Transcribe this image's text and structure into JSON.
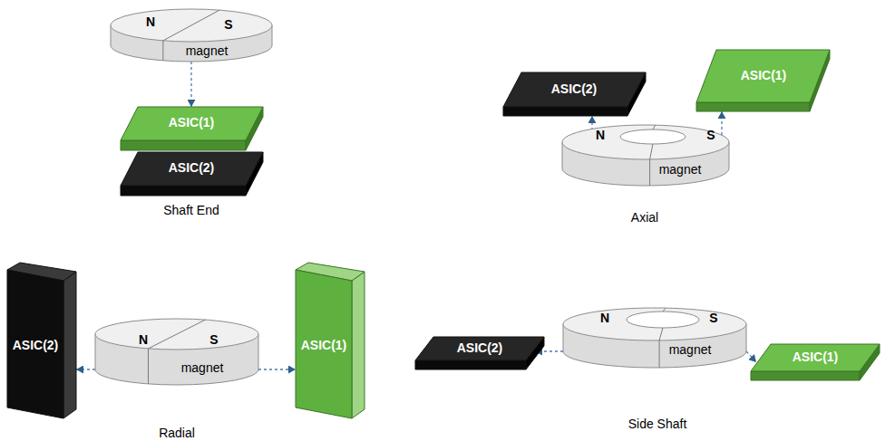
{
  "diagram": {
    "nodes": [
      {
        "text": [
          "N",
          "S",
          "magnet"
        ]
      },
      {
        "text": [
          "ASIC(1)"
        ]
      },
      {
        "text": [
          "ASIC(2)"
        ]
      },
      {
        "text": [
          "ASIC(2)"
        ]
      },
      {
        "text": [
          "ASIC(1)"
        ]
      },
      {
        "text": [
          "N",
          "S",
          "magnet"
        ]
      },
      {
        "text": [
          "ASIC(2)"
        ]
      },
      {
        "text": [
          "N",
          "S",
          "magnet"
        ]
      },
      {
        "text": [
          "ASIC(1)"
        ]
      },
      {
        "text": [
          "ASIC(2)"
        ]
      },
      {
        "text": [
          "N",
          "S",
          "magnet"
        ]
      },
      {
        "text": [
          "ASIC(1)"
        ]
      }
    ],
    "edges": [
      {
        "from": 0,
        "to": 1,
        "arrow": "to"
      },
      {
        "from": 5,
        "to": 3,
        "arrow": "to"
      },
      {
        "from": 5,
        "to": 4,
        "arrow": "to"
      },
      {
        "from": 7,
        "to": 6,
        "arrow": "to"
      },
      {
        "from": 7,
        "to": 8,
        "arrow": "to"
      },
      {
        "from": 10,
        "to": 9,
        "arrow": "to"
      },
      {
        "from": 10,
        "to": 11,
        "arrow": "to"
      }
    ],
    "labels": [
      "Shaft End",
      "Axial",
      "Radial",
      "Side Shaft"
    ]
  }
}
